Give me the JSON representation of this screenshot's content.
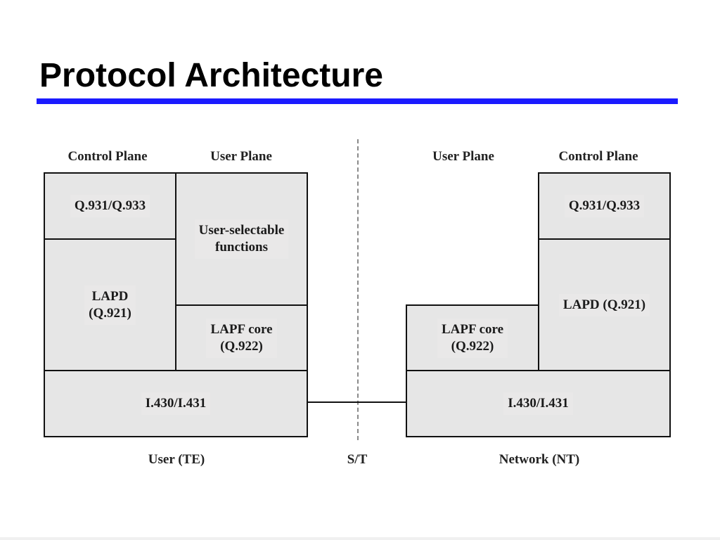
{
  "title": "Protocol Architecture",
  "colors": {
    "accent_rule": "#1a1aff",
    "box_fill": "#e6e6e6"
  },
  "user_side": {
    "control_plane_label": "Control Plane",
    "user_plane_label": "User Plane",
    "q931": "Q.931/Q.933",
    "user_selectable": "User-selectable\nfunctions",
    "lapd": "LAPD\n(Q.921)",
    "lapf": "LAPF core\n(Q.922)",
    "physical": "I.430/I.431",
    "footer": "User (TE)"
  },
  "reference_point": "S/T",
  "network_side": {
    "user_plane_label": "User Plane",
    "control_plane_label": "Control Plane",
    "q931": "Q.931/Q.933",
    "lapd": "LAPD (Q.921)",
    "lapf": "LAPF core\n(Q.922)",
    "physical": "I.430/I.431",
    "footer": "Network (NT)"
  }
}
